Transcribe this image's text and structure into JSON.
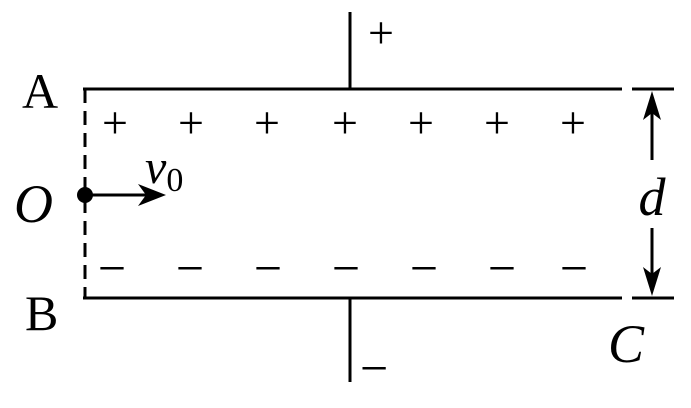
{
  "labels": {
    "A": "A",
    "B": "B",
    "C": "C",
    "O": "O",
    "d": "d",
    "v": "v",
    "v_sub": "0",
    "plus_terminal": "+",
    "minus_terminal": "−"
  },
  "top_plate_charges": [
    "+",
    "+",
    "+",
    "+",
    "+",
    "+",
    "+"
  ],
  "bottom_plate_charges": [
    "−",
    "−",
    "−",
    "−",
    "−",
    "−",
    "−"
  ]
}
